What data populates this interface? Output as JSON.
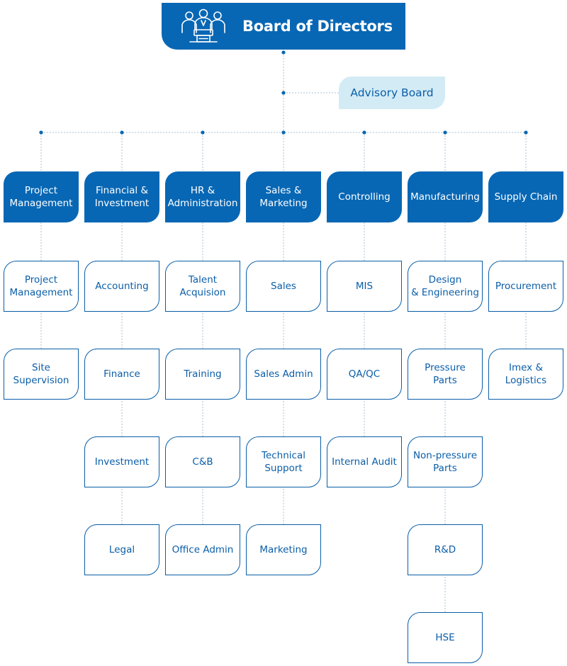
{
  "colors": {
    "primary": "#0867b4",
    "light": "#d3ebf5",
    "text_dark": "#0a5ea8",
    "line": "#aac0d3"
  },
  "board": {
    "title": "Board of Directors",
    "icon": "board-members-icon"
  },
  "advisory": {
    "label": "Advisory Board"
  },
  "departments": [
    {
      "id": "project-management",
      "lines": [
        "Project",
        "Management"
      ],
      "units": [
        {
          "lines": [
            "Project",
            "Management"
          ]
        },
        {
          "lines": [
            "Site",
            "Supervision"
          ]
        }
      ]
    },
    {
      "id": "financial-investment",
      "lines": [
        "Financial &",
        "Investment"
      ],
      "units": [
        {
          "lines": [
            "Accounting"
          ]
        },
        {
          "lines": [
            "Finance"
          ]
        },
        {
          "lines": [
            "Investment"
          ]
        },
        {
          "lines": [
            "Legal"
          ]
        }
      ]
    },
    {
      "id": "hr-administration",
      "lines": [
        "HR &",
        "Administration"
      ],
      "units": [
        {
          "lines": [
            "Talent",
            "Acquision"
          ]
        },
        {
          "lines": [
            "Training"
          ]
        },
        {
          "lines": [
            "C&B"
          ]
        },
        {
          "lines": [
            "Office Admin"
          ]
        }
      ]
    },
    {
      "id": "sales-marketing",
      "lines": [
        "Sales &",
        "Marketing"
      ],
      "units": [
        {
          "lines": [
            "Sales"
          ]
        },
        {
          "lines": [
            "Sales Admin"
          ]
        },
        {
          "lines": [
            "Technical",
            "Support"
          ]
        },
        {
          "lines": [
            "Marketing"
          ]
        }
      ]
    },
    {
      "id": "controlling",
      "lines": [
        "Controlling"
      ],
      "units": [
        {
          "lines": [
            "MIS"
          ]
        },
        {
          "lines": [
            "QA/QC"
          ]
        },
        {
          "lines": [
            "Internal Audit"
          ]
        }
      ]
    },
    {
      "id": "manufacturing",
      "lines": [
        "Manufacturing"
      ],
      "units": [
        {
          "lines": [
            "Design",
            "& Engineering"
          ]
        },
        {
          "lines": [
            "Pressure",
            "Parts"
          ]
        },
        {
          "lines": [
            "Non-pressure",
            "Parts"
          ]
        },
        {
          "lines": [
            "R&D"
          ]
        },
        {
          "lines": [
            "HSE"
          ]
        }
      ]
    },
    {
      "id": "supply-chain",
      "lines": [
        "Supply Chain"
      ],
      "units": [
        {
          "lines": [
            "Procurement"
          ]
        },
        {
          "lines": [
            "Imex &",
            "Logistics"
          ]
        }
      ]
    }
  ]
}
